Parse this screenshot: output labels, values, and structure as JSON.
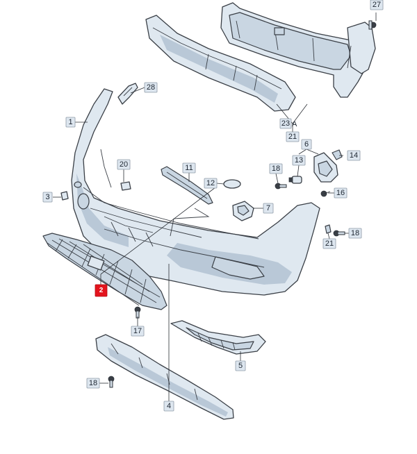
{
  "callouts": [
    {
      "id": "1",
      "label": "1"
    },
    {
      "id": "2",
      "label": "2",
      "highlight": true
    },
    {
      "id": "3",
      "label": "3"
    },
    {
      "id": "4",
      "label": "4"
    },
    {
      "id": "5",
      "label": "5"
    },
    {
      "id": "6",
      "label": "6"
    },
    {
      "id": "7",
      "label": "7"
    },
    {
      "id": "11",
      "label": "11"
    },
    {
      "id": "12",
      "label": "12"
    },
    {
      "id": "13",
      "label": "13"
    },
    {
      "id": "14",
      "label": "14"
    },
    {
      "id": "16",
      "label": "16"
    },
    {
      "id": "17",
      "label": "17"
    },
    {
      "id": "18a",
      "label": "18"
    },
    {
      "id": "18b",
      "label": "18"
    },
    {
      "id": "18c",
      "label": "18"
    },
    {
      "id": "20",
      "label": "20"
    },
    {
      "id": "21",
      "label": "21"
    },
    {
      "id": "21A",
      "label": "21"
    },
    {
      "id": "23",
      "label": "23"
    },
    {
      "id": "27",
      "label": "27"
    },
    {
      "id": "28",
      "label": "28"
    }
  ],
  "sub_label_21A": "A",
  "highlight_color": "#e3141d",
  "part_fill_color": "#dfe8f0"
}
